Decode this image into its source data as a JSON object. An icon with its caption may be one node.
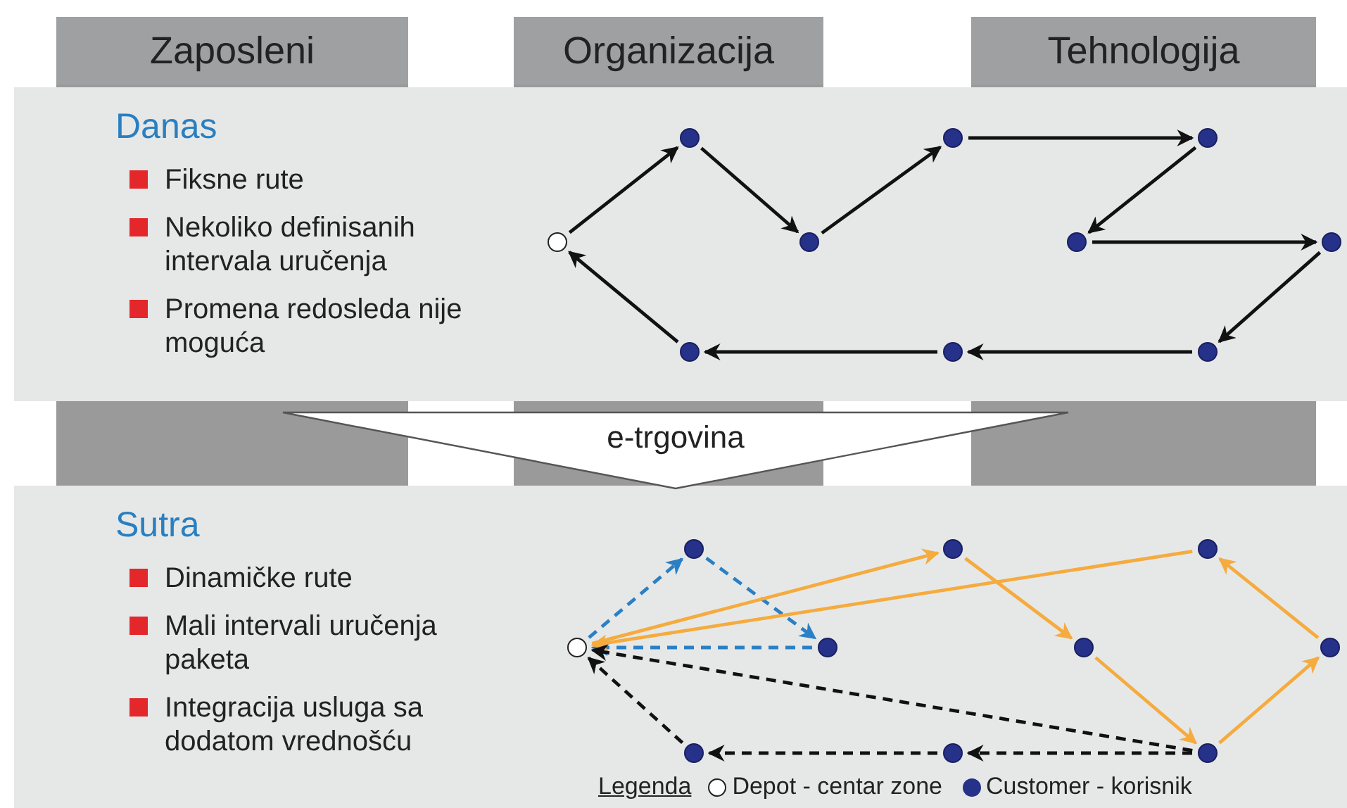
{
  "diagram": {
    "nodes": [
      {
        "text": [
          "Zaposleni"
        ]
      },
      {
        "text": [
          "Organizacija"
        ]
      },
      {
        "text": [
          "Tehnologija"
        ]
      },
      {
        "text": [
          "Danas",
          "Fiksne rute",
          "Nekoliko definisanih intervala uručenja",
          "Promena redosleda nije moguća"
        ]
      },
      {
        "text": [],
        "shape": "circle",
        "in": 3
      },
      {
        "text": [],
        "shape": "circle",
        "in": 3
      },
      {
        "text": [],
        "shape": "circle",
        "in": 3
      },
      {
        "text": [],
        "shape": "circle",
        "in": 3
      },
      {
        "text": [],
        "shape": "circle",
        "in": 3
      },
      {
        "text": [],
        "shape": "circle",
        "in": 3
      },
      {
        "text": [],
        "shape": "circle",
        "in": 3
      },
      {
        "text": [],
        "shape": "circle",
        "in": 3
      },
      {
        "text": [],
        "shape": "circle",
        "in": 3
      },
      {
        "text": [],
        "shape": "circle",
        "in": 3
      },
      {
        "text": [
          "e-trgovina"
        ]
      },
      {
        "text": [
          "Sutra",
          "Dinamičke rute",
          "Mali intervali uručenja paketa",
          "Integracija usluga sa dodatom vrednošću"
        ]
      },
      {
        "text": [],
        "shape": "circle",
        "in": 15
      },
      {
        "text": [],
        "shape": "circle",
        "in": 15
      },
      {
        "text": [],
        "shape": "circle",
        "in": 15
      },
      {
        "text": [],
        "shape": "circle",
        "in": 15
      },
      {
        "text": [],
        "shape": "circle",
        "in": 15
      },
      {
        "text": [],
        "shape": "circle",
        "in": 15
      },
      {
        "text": [],
        "shape": "circle",
        "in": 15
      },
      {
        "text": [],
        "shape": "circle",
        "in": 15
      },
      {
        "text": [],
        "shape": "circle",
        "in": 15
      },
      {
        "text": [],
        "shape": "circle",
        "in": 15
      }
    ],
    "edges": [
      {
        "from": 4,
        "to": 5,
        "arrow": "to"
      },
      {
        "from": 5,
        "to": 6,
        "arrow": "to"
      },
      {
        "from": 6,
        "to": 7,
        "arrow": "to"
      },
      {
        "from": 7,
        "to": 8,
        "arrow": "to"
      },
      {
        "from": 8,
        "to": 9,
        "arrow": "to"
      },
      {
        "from": 9,
        "to": 10,
        "arrow": "to"
      },
      {
        "from": 10,
        "to": 11,
        "arrow": "to"
      },
      {
        "from": 11,
        "to": 12,
        "arrow": "to"
      },
      {
        "from": 12,
        "to": 13,
        "arrow": "to"
      },
      {
        "from": 13,
        "to": 4,
        "arrow": "to"
      },
      {
        "from": 16,
        "to": 17,
        "arrow": "to",
        "style": "dashed",
        "color": "#2b7fc4"
      },
      {
        "from": 17,
        "to": 18,
        "arrow": "to",
        "style": "dashed",
        "color": "#2b7fc4"
      },
      {
        "from": 18,
        "to": 16,
        "arrow": "to",
        "style": "dashed",
        "color": "#2b7fc4"
      },
      {
        "from": 16,
        "to": 19,
        "arrow": "to",
        "color": "#f5ab3e"
      },
      {
        "from": 19,
        "to": 21,
        "arrow": "to",
        "color": "#f5ab3e"
      },
      {
        "from": 21,
        "to": 23,
        "arrow": "to",
        "color": "#f5ab3e"
      },
      {
        "from": 23,
        "to": 22,
        "arrow": "to",
        "color": "#f5ab3e"
      },
      {
        "from": 22,
        "to": 20,
        "arrow": "to",
        "color": "#f5ab3e"
      },
      {
        "from": 20,
        "to": 16,
        "arrow": "to",
        "color": "#f5ab3e"
      },
      {
        "from": 23,
        "to": 16,
        "arrow": "to",
        "style": "dashed"
      },
      {
        "from": 23,
        "to": 24,
        "arrow": "to",
        "style": "dashed"
      },
      {
        "from": 24,
        "to": 25,
        "arrow": "to",
        "style": "dashed"
      },
      {
        "from": 25,
        "to": 16,
        "arrow": "to",
        "style": "dashed"
      }
    ],
    "labels": [
      "Legenda"
    ],
    "legend": [
      {
        "text": "Depot - centar zone"
      },
      {
        "text": "Customer - korisnik"
      }
    ]
  }
}
